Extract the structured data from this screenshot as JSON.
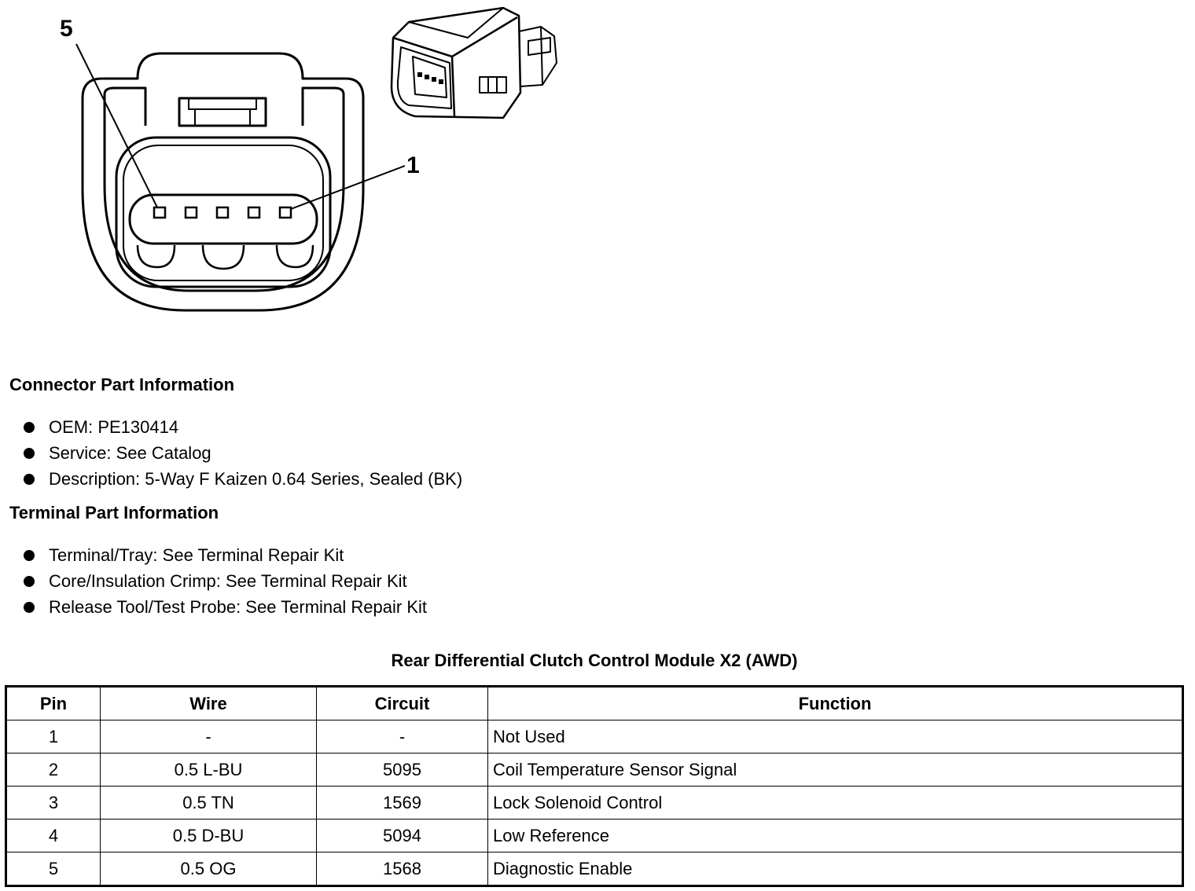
{
  "figure": {
    "callout_5": "5",
    "callout_1": "1"
  },
  "connector_section": {
    "heading": "Connector Part Information",
    "items": [
      "OEM: PE130414",
      "Service: See Catalog",
      "Description: 5-Way F Kaizen 0.64 Series, Sealed (BK)"
    ]
  },
  "terminal_section": {
    "heading": "Terminal Part Information",
    "items": [
      "Terminal/Tray: See Terminal Repair Kit",
      "Core/Insulation Crimp: See Terminal Repair Kit",
      "Release Tool/Test Probe: See Terminal Repair Kit"
    ]
  },
  "table": {
    "title": "Rear Differential Clutch Control Module X2 (AWD)",
    "headers": [
      "Pin",
      "Wire",
      "Circuit",
      "Function"
    ],
    "rows": [
      [
        "1",
        "-",
        "-",
        "Not Used"
      ],
      [
        "2",
        "0.5 L-BU",
        "5095",
        "Coil Temperature Sensor Signal"
      ],
      [
        "3",
        "0.5 TN",
        "1569",
        "Lock Solenoid Control"
      ],
      [
        "4",
        "0.5 D-BU",
        "5094",
        "Low Reference"
      ],
      [
        "5",
        "0.5 OG",
        "1568",
        "Diagnostic Enable"
      ]
    ]
  }
}
